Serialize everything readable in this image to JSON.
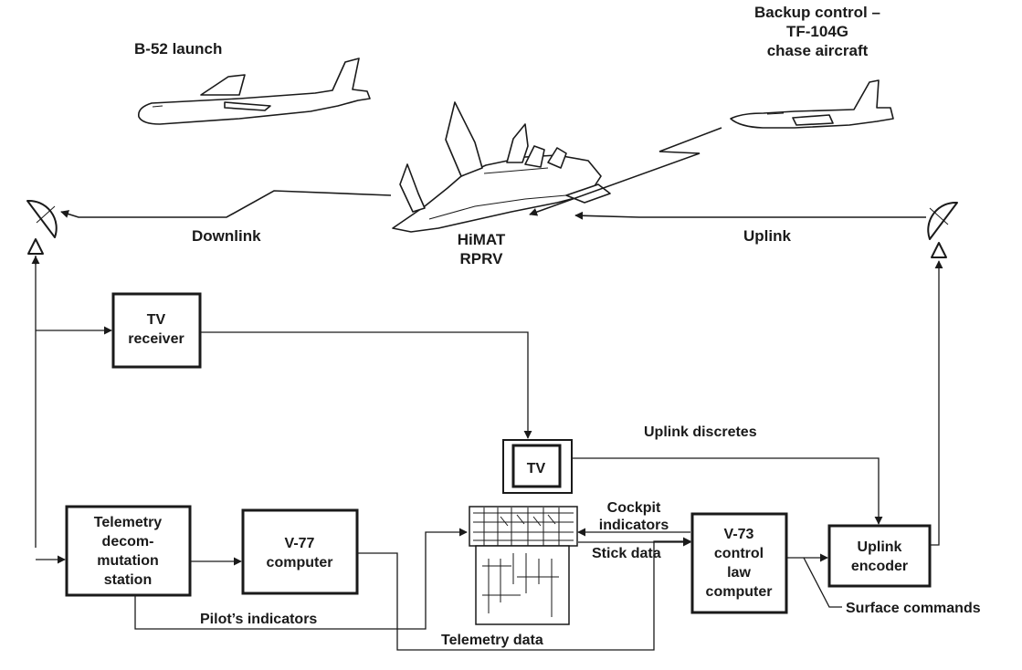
{
  "aircraft": {
    "b52": "B-52 launch",
    "chase": [
      "Backup control –",
      "TF-104G",
      "chase aircraft"
    ],
    "himat": [
      "HiMAT",
      "RPRV"
    ]
  },
  "links": {
    "downlink": "Downlink",
    "uplink": "Uplink"
  },
  "blocks": {
    "tv_receiver": [
      "TV",
      "receiver"
    ],
    "telemetry": [
      "Telemetry",
      "decom-",
      "mutation",
      "station"
    ],
    "v77": [
      "V-77",
      "computer"
    ],
    "tv": "TV",
    "v73": [
      "V-73",
      "control",
      "law",
      "computer"
    ],
    "encoder": [
      "Uplink",
      "encoder"
    ]
  },
  "signals": {
    "uplink_discretes": "Uplink discretes",
    "cockpit_indicators": [
      "Cockpit",
      "indicators"
    ],
    "stick_data": "Stick data",
    "pilots_indicators": "Pilot’s indicators",
    "telemetry_data": "Telemetry data",
    "surface_commands": "Surface commands"
  }
}
